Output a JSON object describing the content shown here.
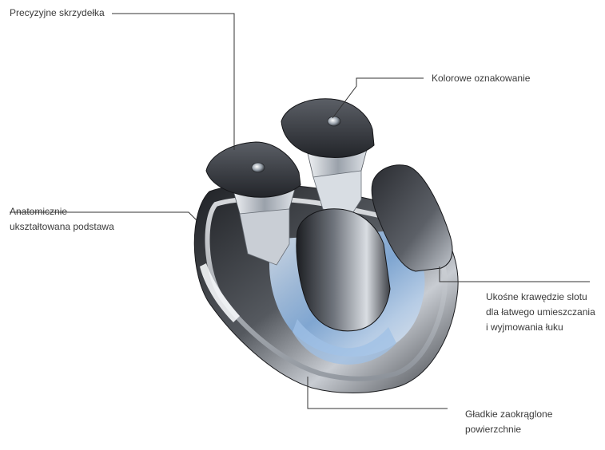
{
  "callouts": {
    "wings": {
      "lines": [
        "Precyzyjne skrzydełka"
      ]
    },
    "color": {
      "lines": [
        "Kolorowe oznakowanie"
      ]
    },
    "base": {
      "lines": [
        "Anatomicznie",
        "ukształtowana podstawa"
      ]
    },
    "slot": {
      "lines": [
        "Ukośne krawędzie slotu",
        "dla łatwego umieszczania",
        "i wyjmowania łuku"
      ]
    },
    "smooth": {
      "lines": [
        "Gładkie zaokrąglone",
        "powierzchnie"
      ]
    }
  },
  "colors": {
    "leader_line": "#333333",
    "label_text": "#3a3a3a",
    "metal_dark": "#2b2d31",
    "metal_mid": "#7d838b",
    "metal_light": "#eef1f5",
    "accent_blue": "#4a8fd8"
  }
}
